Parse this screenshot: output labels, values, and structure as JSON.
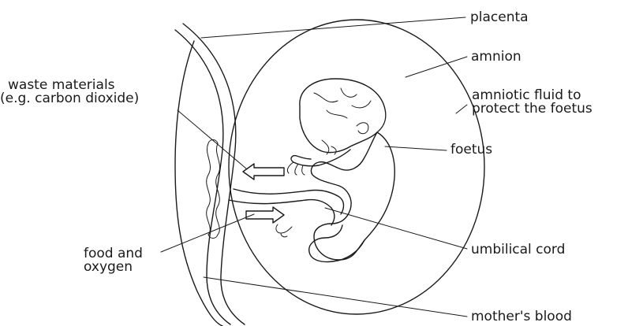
{
  "diagram": {
    "labels": {
      "placenta": "placenta",
      "amnion": "amnion",
      "amniotic_fluid": [
        "amniotic fluid to",
        "protect the foetus"
      ],
      "foetus": "foetus",
      "umbilical_cord": "umbilical cord",
      "mothers_blood": "mother's blood",
      "waste_materials": [
        "waste materials",
        "(e.g. carbon dioxide)"
      ],
      "food_and_oxygen": [
        "food and",
        "oxygen"
      ]
    }
  }
}
